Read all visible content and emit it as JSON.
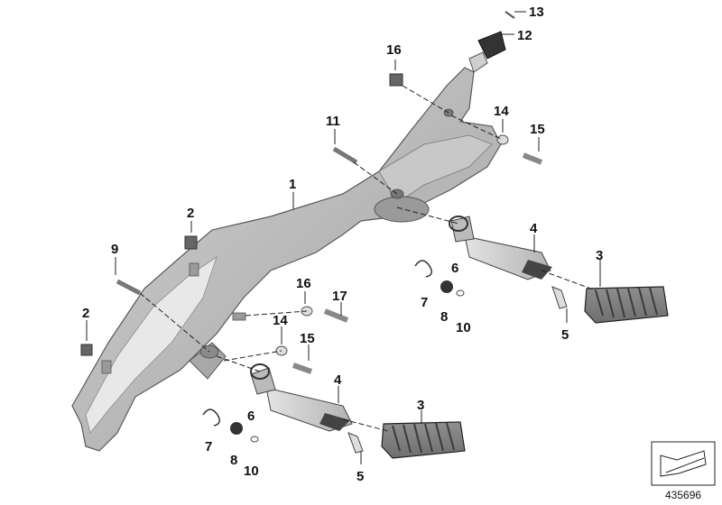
{
  "diagram": {
    "document_number": "435696",
    "callouts": [
      {
        "id": "c13",
        "label": "13"
      },
      {
        "id": "c12",
        "label": "12"
      },
      {
        "id": "c16a",
        "label": "16"
      },
      {
        "id": "c11",
        "label": "11"
      },
      {
        "id": "c14a",
        "label": "14"
      },
      {
        "id": "c15a",
        "label": "15"
      },
      {
        "id": "c1",
        "label": "1"
      },
      {
        "id": "c2a",
        "label": "2"
      },
      {
        "id": "c9",
        "label": "9"
      },
      {
        "id": "c4a",
        "label": "4"
      },
      {
        "id": "c3a",
        "label": "3"
      },
      {
        "id": "c6a",
        "label": "6"
      },
      {
        "id": "c7a",
        "label": "7"
      },
      {
        "id": "c8a",
        "label": "8"
      },
      {
        "id": "c10a",
        "label": "10"
      },
      {
        "id": "c5a",
        "label": "5"
      },
      {
        "id": "c16b",
        "label": "16"
      },
      {
        "id": "c17",
        "label": "17"
      },
      {
        "id": "c2b",
        "label": "2"
      },
      {
        "id": "c14b",
        "label": "14"
      },
      {
        "id": "c15b",
        "label": "15"
      },
      {
        "id": "c4b",
        "label": "4"
      },
      {
        "id": "c3b",
        "label": "3"
      },
      {
        "id": "c6b",
        "label": "6"
      },
      {
        "id": "c7b",
        "label": "7"
      },
      {
        "id": "c8b",
        "label": "8"
      },
      {
        "id": "c10b",
        "label": "10"
      },
      {
        "id": "c5b",
        "label": "5"
      }
    ]
  }
}
